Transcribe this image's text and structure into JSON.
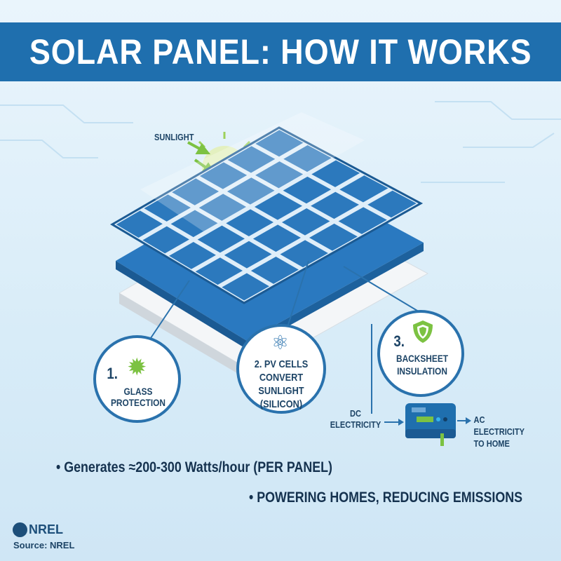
{
  "title": "SOLAR PANEL: HOW IT WORKS",
  "sunlight_label": "SUNLIGHT",
  "steps": [
    {
      "number": "1.",
      "label": "GLASS PROTECTION",
      "icon": "sun-icon"
    },
    {
      "number": "2.",
      "label": "PV CELLS CONVERT SUNLIGHT (SILICON)",
      "icon": "atom-icon"
    },
    {
      "number": "3.",
      "label": "BACKSHEET INSULATION",
      "icon": "shield-icon"
    }
  ],
  "dc_label": "DC ELECTRICITY",
  "ac_label": "AC ELECTRICITY TO HOME",
  "bullets": [
    "Generates ≈200-300 Watts/hour (PER PANEL)",
    "POWERING HOMES, REDUCING EMISSIONS"
  ],
  "logo": "NREL",
  "source": "Source: NREL",
  "colors": {
    "banner": "#1f6fae",
    "cell": "#2c79bd",
    "accent_green": "#7cc242",
    "text": "#15324f"
  }
}
